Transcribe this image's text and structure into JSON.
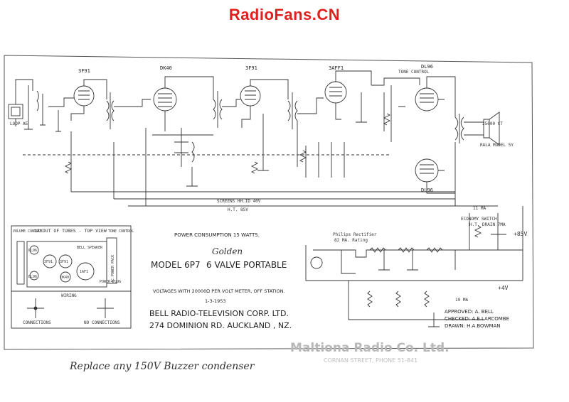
{
  "watermark": "RadioFans.CN",
  "tubes": {
    "t1": "3F91",
    "t2": "DK40",
    "t3": "3F91",
    "t4": "3AFF1",
    "t5": "DL96",
    "t6": "DL96"
  },
  "labels": {
    "loop_aerial": "LOOP AE",
    "tone_control": "TONE CONTROL",
    "speaker": "25000 CT",
    "speaker_model": "RALA MODEL 5Y",
    "screen_hv": "SCREENS HH.ID 40V",
    "ht_bus": "H.T. 85V",
    "ma_reading": "11 MA",
    "economy_switch": "ECONOMY SWITCH",
    "economy_sub": "H.T. DRAIN 7MA",
    "philips_rectifier": "Philips Rectifier",
    "rectifier_rating": "82 MA. Rating",
    "plus_85v": "+85V",
    "plus_4v": "+4V",
    "ma_19": "19 MA"
  },
  "layout_box": {
    "title": "LAYOUT OF TUBES - TOP VIEW",
    "volume": "VOLUME CONTROL",
    "tone": "TONE CONTROL",
    "wiring": "WIRING",
    "connections": "CONNECTIONS",
    "no_connections": "NO CONNECTIONS",
    "tube_dl96a": "DL96",
    "tube_dl96b": "DL96",
    "tube_3f91a": "3F91",
    "tube_3f91b": "3F91",
    "tube_dk40": "DK40",
    "tube_3aff1": "1AF1",
    "bell_speaker": "BELL SPEAKER",
    "ac_power_pack": "AC POWER PACK",
    "power_plug": "POWER PLUG"
  },
  "info": {
    "power_consumption": "POWER CONSUMPTION 15 WATTS.",
    "model": "MODEL 6P7",
    "description": "6 VALVE PORTABLE",
    "handwritten_model": "Golden",
    "voltages": "VOLTAGES WITH 20000Ω PER VOLT METER, OFF STATION.",
    "date": "1-3-1953",
    "company": "BELL RADIO-TELEVISION CORP. LTD.",
    "address": "274 DOMINION RD. AUCKLAND , NZ."
  },
  "approvals": {
    "approved": "APPROVED: A. BELL",
    "checked": "CHECKED: A.E.LARCOMBE",
    "drawn": "DRAWN: H.A.BOWMAN"
  },
  "stamp": {
    "company": "Maltiona Radio Co. Ltd.",
    "address": "CORNAN STREET, PHONE 51-841"
  },
  "handwriting": "Replace any 150V Buzzer condenser"
}
